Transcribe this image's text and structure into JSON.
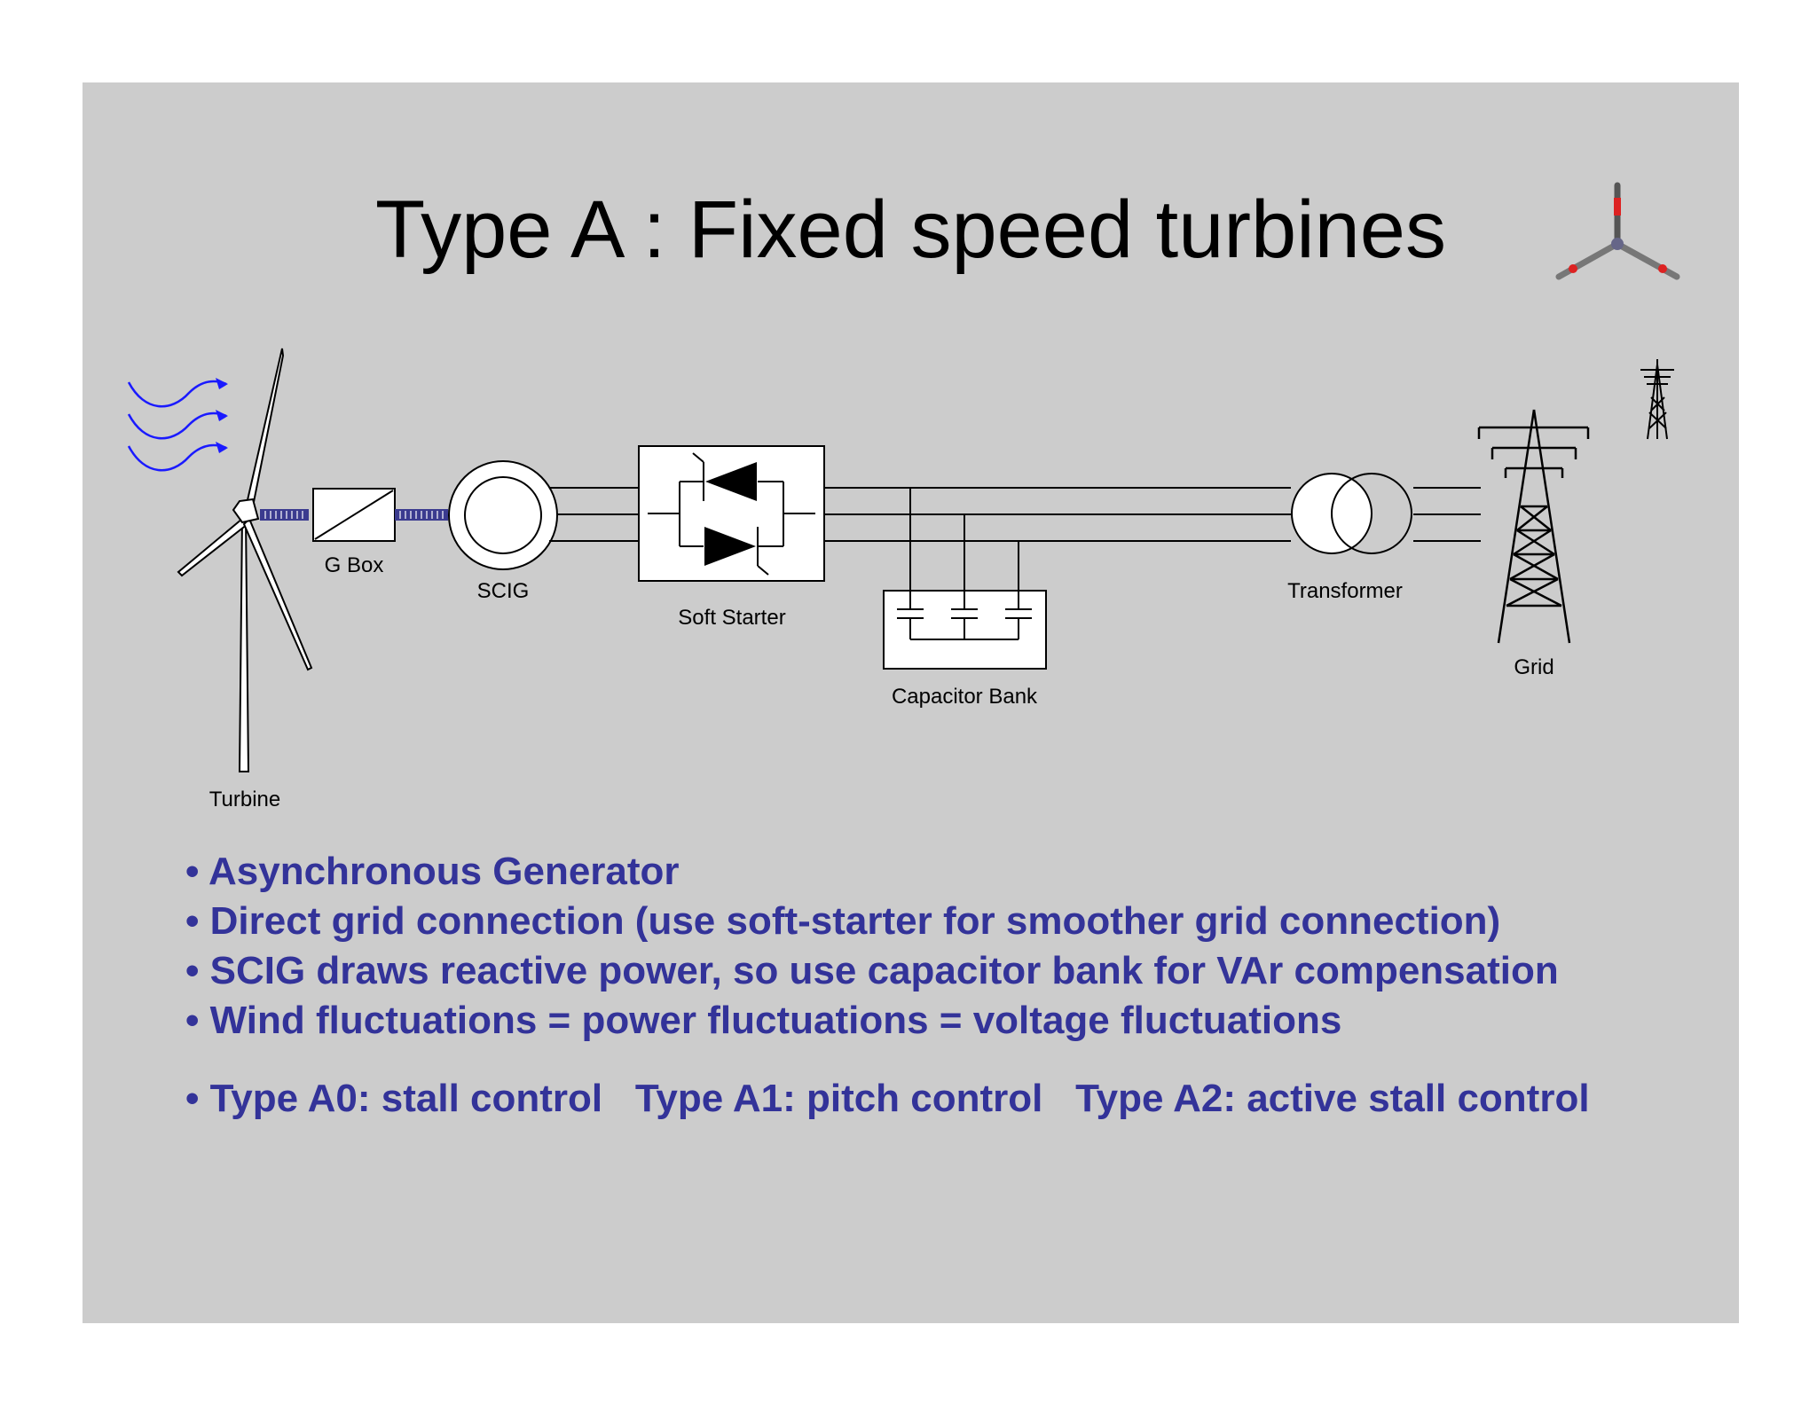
{
  "slide": {
    "title": "Type A : Fixed speed turbines",
    "background_color": "#cccccc",
    "text_color": "#333399"
  },
  "diagram": {
    "labels": {
      "turbine": "Turbine",
      "gbox": "G Box",
      "scig": "SCIG",
      "soft_starter": "Soft Starter",
      "capacitor_bank": "Capacitor Bank",
      "transformer": "Transformer",
      "grid": "Grid"
    },
    "icons": {
      "logo": "wind-turbine-rotor-logo-icon",
      "pylon": "transmission-tower-icon",
      "wind": "wind-arrows-icon"
    }
  },
  "bullets": [
    "• Asynchronous Generator",
    "• Direct grid connection (use soft-starter for smoother grid connection)",
    "• SCIG draws reactive power, so use capacitor bank for VAr compensation",
    "• Wind fluctuations = power fluctuations = voltage fluctuations",
    "• Type A0: stall control   Type A1: pitch control   Type A2: active stall control"
  ]
}
